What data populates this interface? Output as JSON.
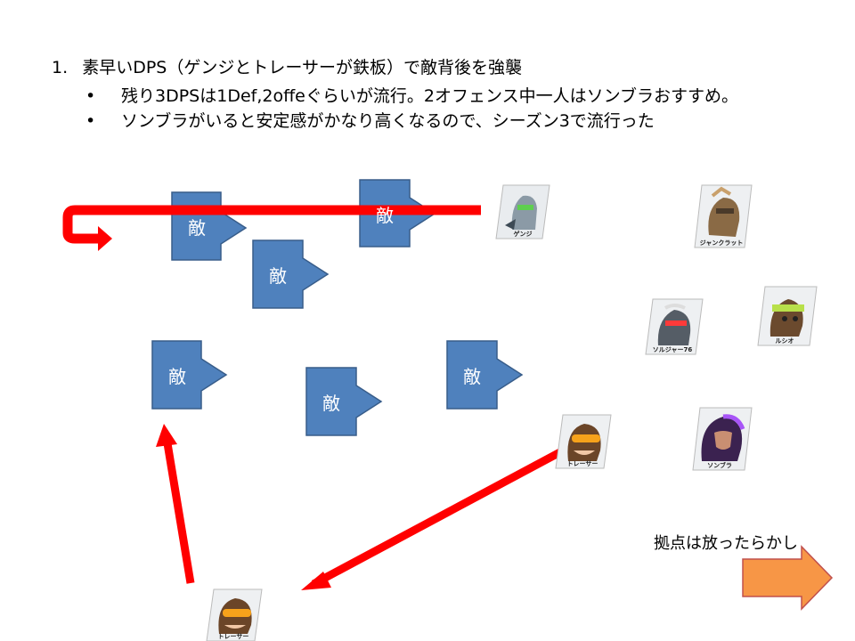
{
  "heading": {
    "number": "1.",
    "text": "素早いDPS（ゲンジとトレーサーが鉄板）で敵背後を強襲"
  },
  "bullets": [
    {
      "mark": "•",
      "text": "残り3DPSは1Def,2offeぐらいが流行。2オフェンス中一人はソンブラおすすめ。"
    },
    {
      "mark": "•",
      "text": "ソンブラがいると安定感がかなり高くなるので、シーズン3で流行った"
    }
  ],
  "enemies": [
    {
      "label": "敵"
    },
    {
      "label": "敵"
    },
    {
      "label": "敵"
    },
    {
      "label": "敵"
    },
    {
      "label": "敵"
    },
    {
      "label": "敵"
    }
  ],
  "heroes": [
    {
      "name": "ゲンジ",
      "icon": "genji-portrait-icon"
    },
    {
      "name": "ジャンクラット",
      "icon": "junkrat-portrait-icon"
    },
    {
      "name": "ソルジャー76",
      "icon": "soldier76-portrait-icon"
    },
    {
      "name": "ルシオ",
      "icon": "lucio-portrait-icon"
    },
    {
      "name": "トレーサー",
      "icon": "tracer-portrait-icon"
    },
    {
      "name": "ソンブラ",
      "icon": "sombra-portrait-icon"
    },
    {
      "name": "トレーサー",
      "icon": "tracer-portrait-icon"
    }
  ],
  "note": {
    "text": "拠点は放ったらかし"
  },
  "colors": {
    "enemy_fill": "#4f81bd",
    "enemy_stroke": "#385d8a",
    "route_red": "#ff0000",
    "objective_orange": "#f79646",
    "objective_stroke": "#c0504d"
  }
}
